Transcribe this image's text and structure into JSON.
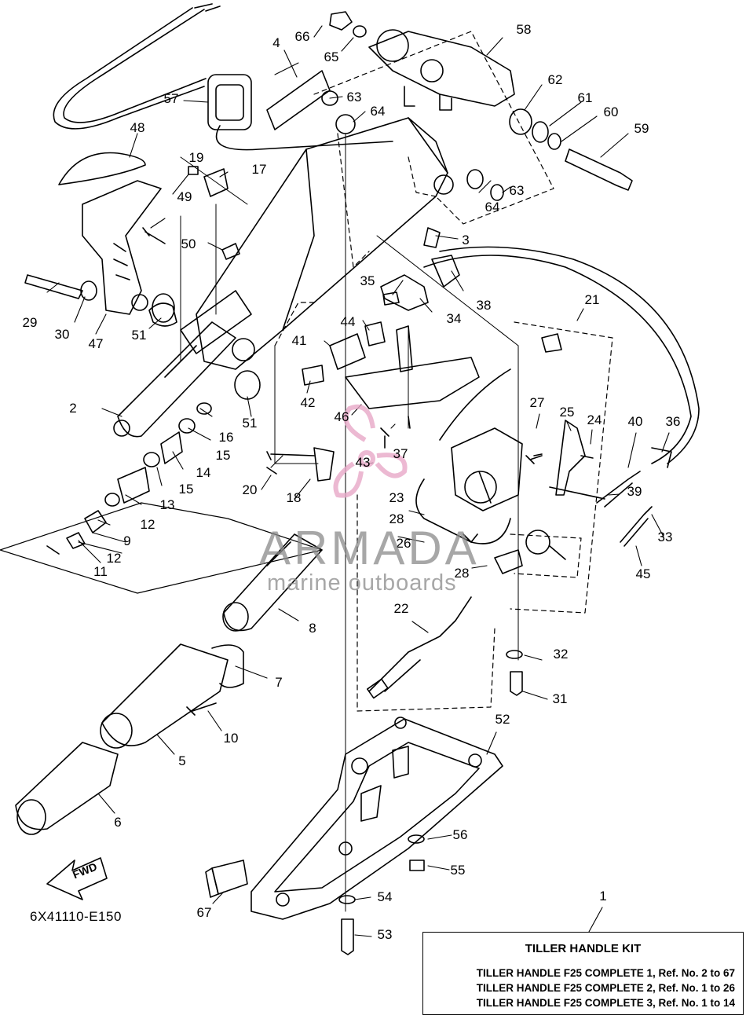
{
  "diagram_code": "6X41110-E150",
  "fwd_label": "FWD",
  "watermark": {
    "brand": "ARMADA",
    "tagline": "marine outboards"
  },
  "kit": {
    "title": "TILLER HANDLE KIT",
    "lines": [
      "TILLER HANDLE F25 COMPLETE 1,  Ref. No. 2 to 67",
      "TILLER HANDLE F25 COMPLETE 2,  Ref. No. 1 to 26",
      "TILLER HANDLE F25 COMPLETE 3,  Ref. No. 1 to 14"
    ]
  },
  "callouts": [
    "66",
    "4",
    "65",
    "58",
    "57",
    "62",
    "63",
    "64",
    "61",
    "60",
    "59",
    "48",
    "19",
    "17",
    "49",
    "50",
    "64",
    "63",
    "3",
    "29",
    "35",
    "38",
    "30",
    "47",
    "51",
    "34",
    "21",
    "44",
    "41",
    "2",
    "42",
    "46",
    "51",
    "16",
    "15",
    "14",
    "27",
    "25",
    "24",
    "40",
    "36",
    "37",
    "20",
    "43",
    "18",
    "15",
    "13",
    "23",
    "39",
    "12",
    "28",
    "9",
    "33",
    "26",
    "12",
    "45",
    "11",
    "28",
    "22",
    "8",
    "32",
    "7",
    "31",
    "10",
    "52",
    "5",
    "6",
    "56",
    "55",
    "54",
    "67",
    "53",
    "1"
  ],
  "palette": {
    "line": "#000000",
    "watermark_gray": "#8a8a8a",
    "watermark_pink": "#e8a8c8"
  }
}
